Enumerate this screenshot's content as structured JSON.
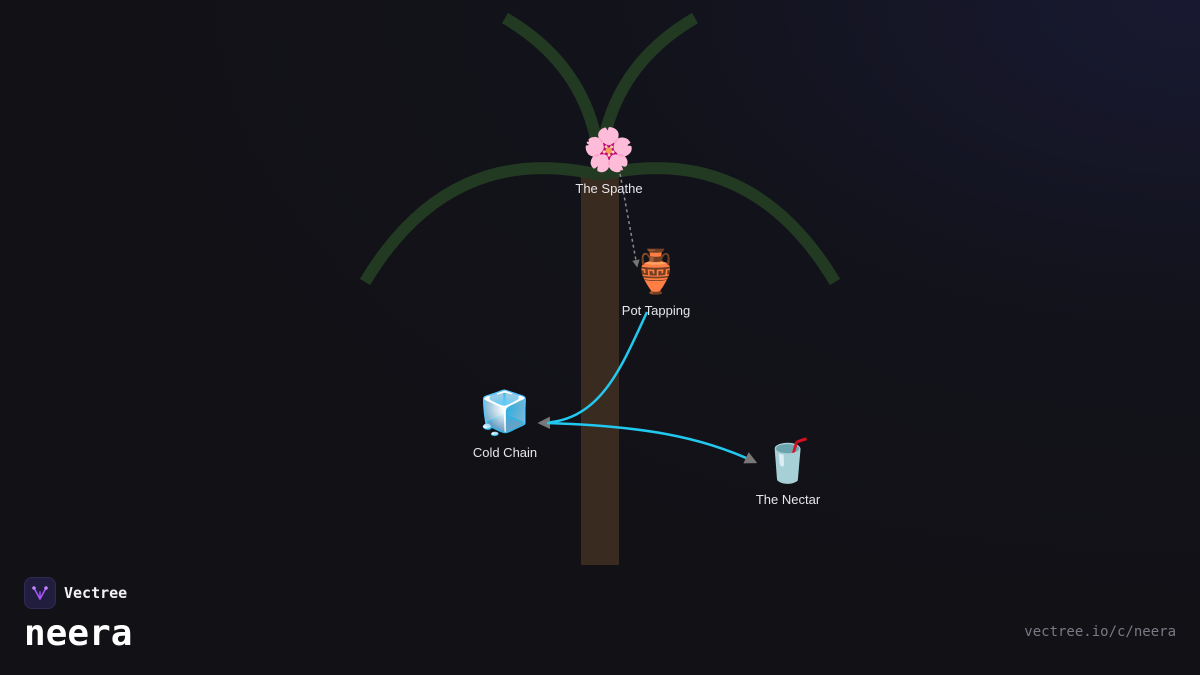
{
  "brand": {
    "name": "Vectree",
    "logo_icon": "vectree-logo-icon",
    "accent": "#a855f7"
  },
  "collection": {
    "title": "neera",
    "url": "vectree.io/c/neera"
  },
  "colors": {
    "background": "#111116",
    "trunk": "#3a2b20",
    "frond": "#223a22",
    "flow_arrow": "#22c8ee",
    "dashed_arrow": "#8a8a8a",
    "arrowhead": "#777777",
    "label": "#e6e6ea"
  },
  "nodes": [
    {
      "id": "spathe",
      "label": "The Spathe",
      "icon": "cherry-blossom-icon",
      "glyph": "🌸"
    },
    {
      "id": "pot",
      "label": "Pot Tapping",
      "icon": "amphora-icon",
      "glyph": "🏺"
    },
    {
      "id": "cold",
      "label": "Cold Chain",
      "icon": "ice-cube-icon",
      "glyph": "🧊"
    },
    {
      "id": "nectar",
      "label": "The Nectar",
      "icon": "cup-with-straw-icon",
      "glyph": "🥤"
    }
  ],
  "edges": [
    {
      "from": "spathe",
      "to": "pot",
      "style": "dashed"
    },
    {
      "from": "pot",
      "to": "cold",
      "style": "flow"
    },
    {
      "from": "cold",
      "to": "nectar",
      "style": "flow"
    }
  ]
}
